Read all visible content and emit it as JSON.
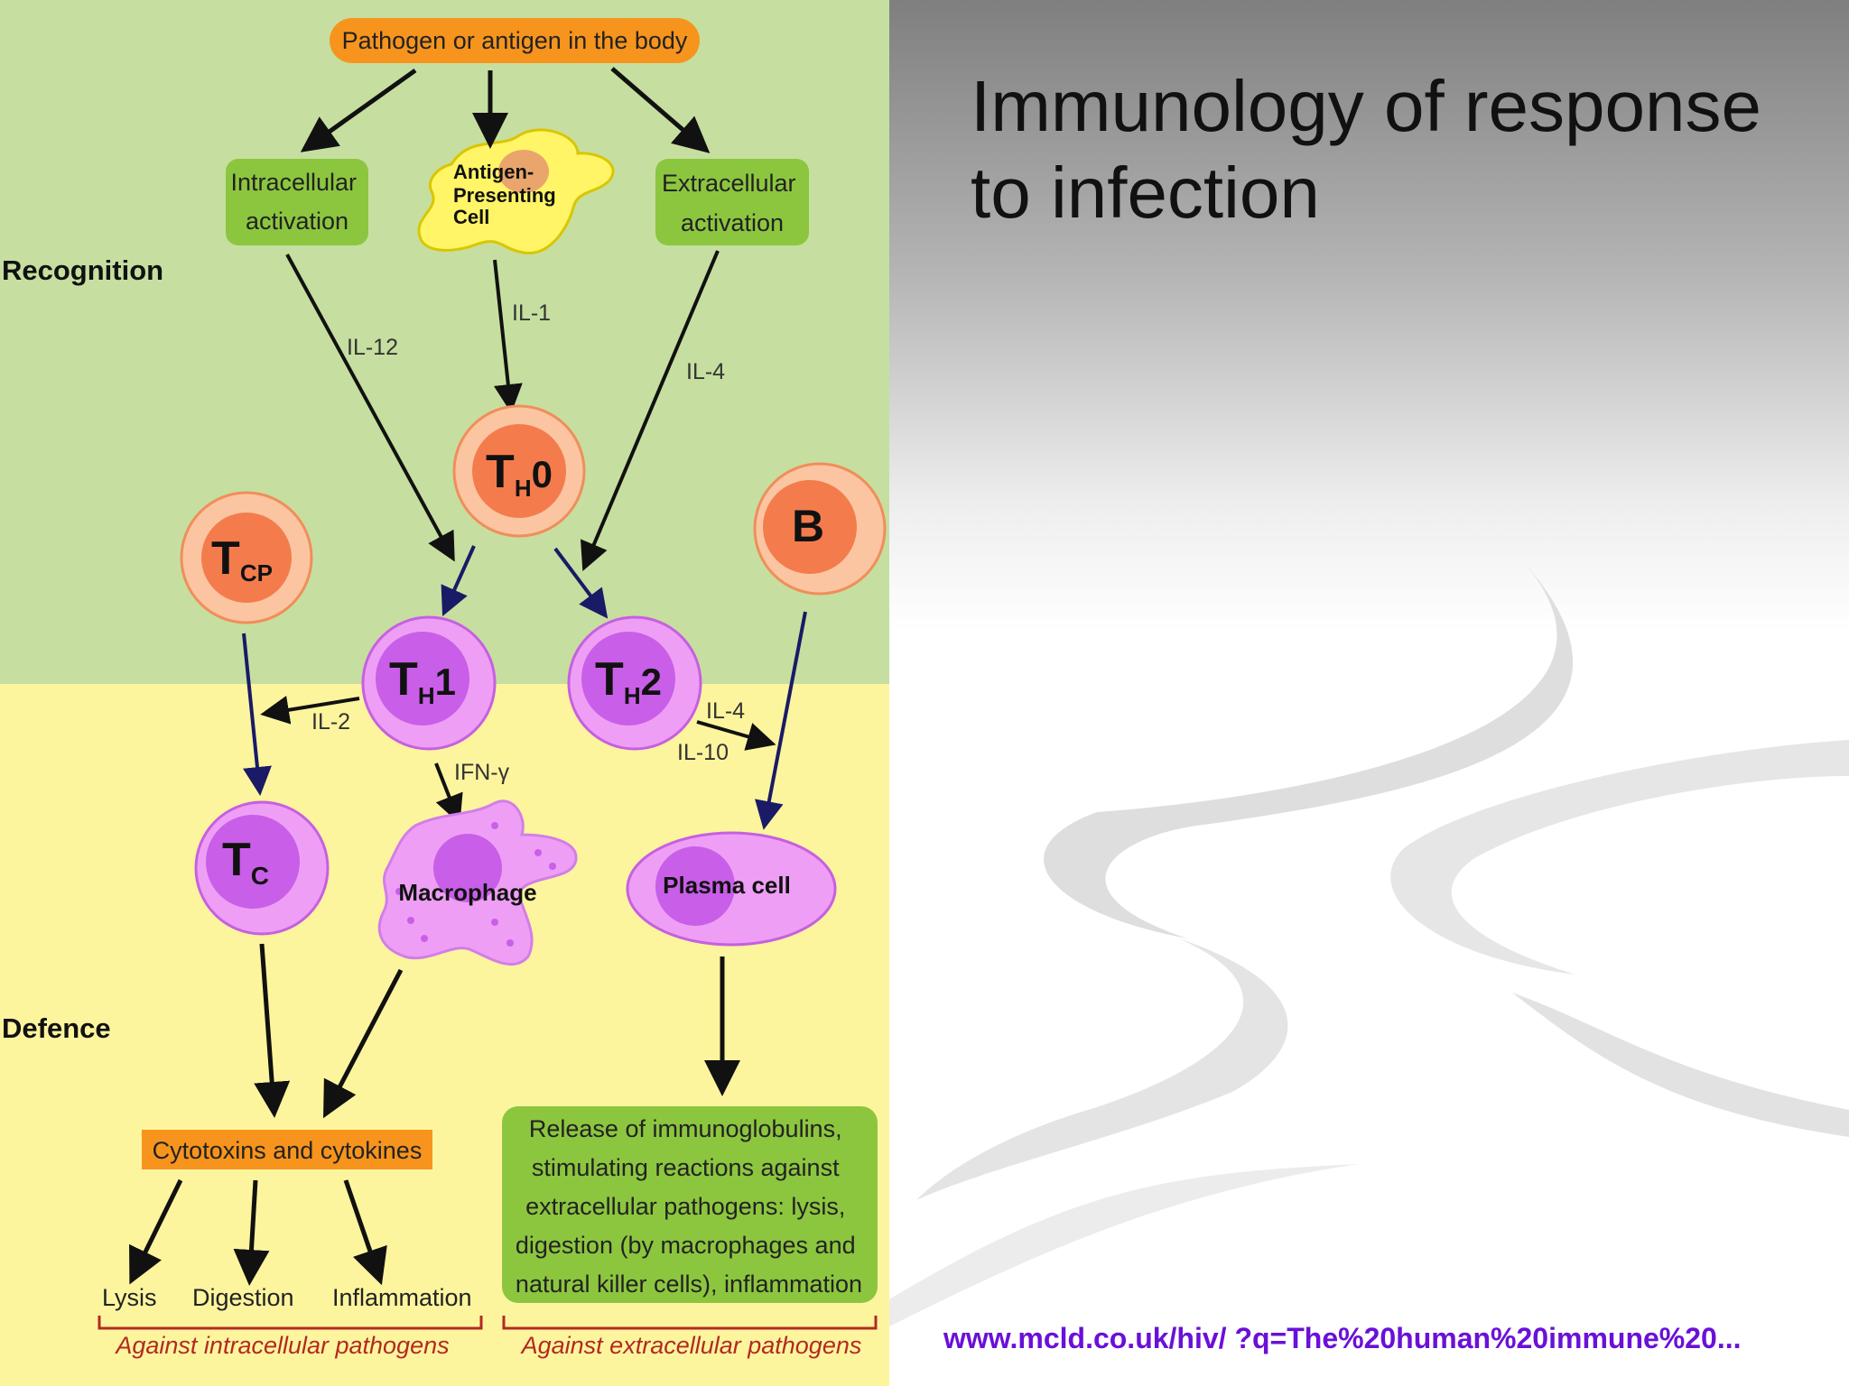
{
  "slide": {
    "title": "Immunology of response\n to infection",
    "source_url": "www.mcld.co.uk/hiv/ ?q=The%20human%20immune%20..."
  },
  "diagram": {
    "top_box": "Pathogen or antigen in the body",
    "intracellular_activation": [
      "Intracellular",
      "activation"
    ],
    "apc": [
      "Antigen-",
      "Presenting",
      "Cell"
    ],
    "extracellular_activation": [
      "Extracellular",
      "activation"
    ],
    "stages": {
      "recognition": "Recognition",
      "defence": "Defence"
    },
    "interleukins": {
      "il12": "IL-12",
      "il1": "IL-1",
      "il4_top": "IL-4",
      "il2": "IL-2",
      "il4_th2": "IL-4",
      "il10": "IL-10",
      "ifn": "IFN-γ"
    },
    "cells": {
      "th0": {
        "main": "T",
        "sub": "H",
        "suffix": "0"
      },
      "tcp": {
        "main": "T",
        "sub": "CP",
        "suffix": ""
      },
      "b": {
        "main": "B",
        "sub": "",
        "suffix": ""
      },
      "th1": {
        "main": "T",
        "sub": "H",
        "suffix": "1"
      },
      "th2": {
        "main": "T",
        "sub": "H",
        "suffix": "2"
      },
      "tc": {
        "main": "T",
        "sub": "C",
        "suffix": ""
      },
      "macrophage": "Macrophage",
      "plasma": "Plasma cell"
    },
    "cytotoxins": "Cytotoxins and cytokines",
    "release": [
      "Release of immunoglobulins,",
      "stimulating reactions against",
      "extracellular pathogens: lysis,",
      "digestion (by macrophages and",
      "natural killer cells), inflammation"
    ],
    "outcomes": {
      "lysis": "Lysis",
      "digestion": "Digestion",
      "inflammation": "Inflammation"
    },
    "against": {
      "intracellular": "Against intracellular pathogens",
      "extracellular": "Against extracellular pathogens"
    }
  },
  "colors": {
    "recognition_bg": "#c6dfa0",
    "defence_bg": "#fdf59e",
    "orange_box": "#f7941d",
    "green_box": "#8cc63f",
    "salmon_cell": "#f47c4c",
    "purple_cell": "#d97ef0",
    "title_text": "#111111",
    "url_text": "#6a10d8",
    "against_text": "#b22a22"
  }
}
